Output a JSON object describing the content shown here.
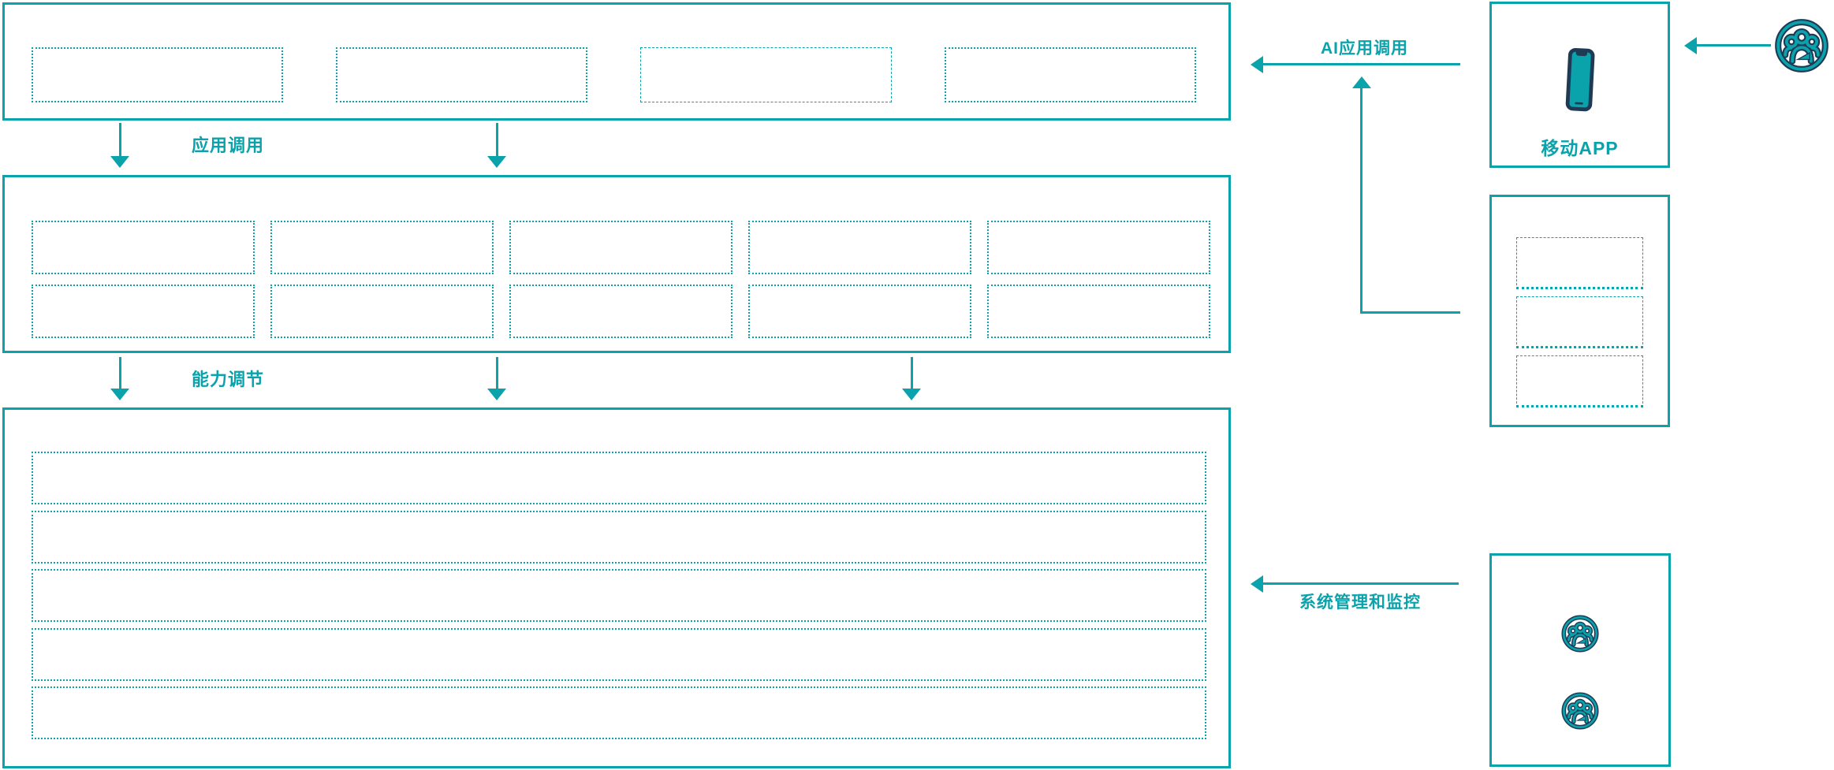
{
  "page": {
    "background": "#ffffff"
  },
  "palette": {
    "accent_teal": "#0aa2ab",
    "icon_navy": "#1f3a55"
  },
  "labels": {
    "app_call": "应用调用",
    "capability_adjust": "能力调节",
    "ai_app_call": "AI应用调用",
    "mobile_app": "移动APP",
    "system_management": "系统管理和监控"
  },
  "structure": {
    "top_panel_slots": 4,
    "capability_grid": {
      "rows": 2,
      "columns": 5,
      "slot_count": 10
    },
    "resource_rows": 5,
    "gateway_panel_slots": 3,
    "admin_user_icons": 2
  },
  "icons": {
    "mobile_phone": "mobile-phone-icon",
    "user_group": "users-group-icon"
  }
}
